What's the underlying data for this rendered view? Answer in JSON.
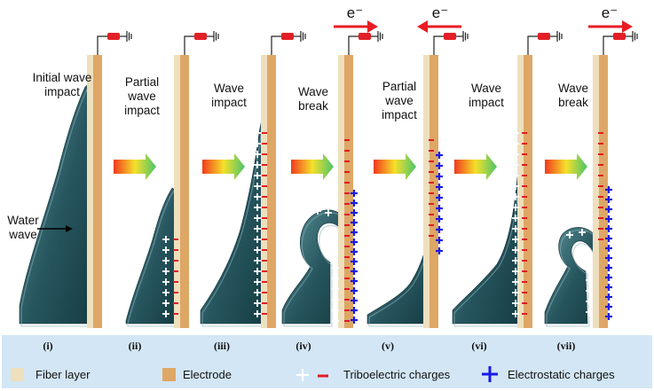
{
  "colors": {
    "wave_dark": "#1f4e58",
    "wave_light": "#8fb7bd",
    "fiber": "#eedfbd",
    "electrode": "#dea766",
    "triboelectric_minus": "#e01b24",
    "electrostatic_plus": "#1a1ae6",
    "legend_bg": "#d3e6f5",
    "electron_arrow": "#e81d23"
  },
  "panels": [
    {
      "num": "(i)",
      "title": "Initial wave\nimpact"
    },
    {
      "num": "(ii)",
      "title": "Partial\nwave\nimpact"
    },
    {
      "num": "(iii)",
      "title": "Wave\nimpact"
    },
    {
      "num": "(iv)",
      "title": "Wave\nbreak",
      "electron": "e⁻",
      "electron_dir": "right"
    },
    {
      "num": "(v)",
      "title": "Partial\nwave\nimpact",
      "electron": "e⁻",
      "electron_dir": "left"
    },
    {
      "num": "(vi)",
      "title": "Wave\nimpact"
    },
    {
      "num": "(vii)",
      "title": "Wave\nbreak",
      "electron": "e⁻",
      "electron_dir": "right"
    }
  ],
  "water_wave_label": "Water\nwave",
  "legend": {
    "fiber": "Fiber layer",
    "electrode": "Electrode",
    "triboelectric": "Triboelectric charges",
    "electrostatic": "Electrostatic charges"
  }
}
